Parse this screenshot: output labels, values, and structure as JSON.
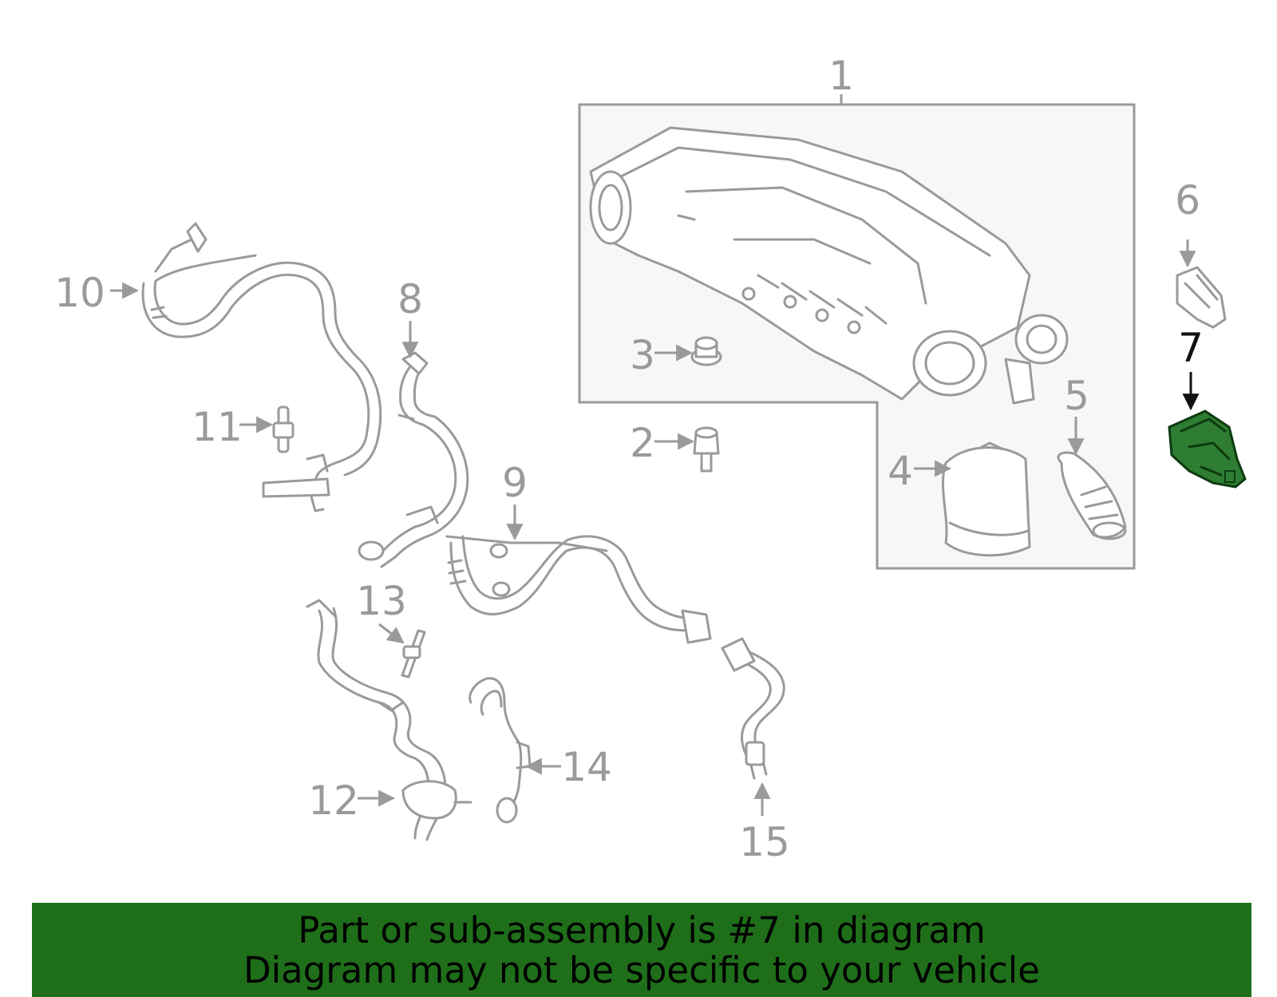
{
  "callouts": {
    "c1": "1",
    "c2": "2",
    "c3": "3",
    "c4": "4",
    "c5": "5",
    "c6": "6",
    "c7": "7",
    "c8": "8",
    "c9": "9",
    "c10": "10",
    "c11": "11",
    "c12": "12",
    "c13": "13",
    "c14": "14",
    "c15": "15"
  },
  "highlight": {
    "part": "7",
    "color": "#2e7d32"
  },
  "banner": {
    "line1": "Part or sub-assembly is #7 in diagram",
    "line2": "Diagram may not be specific to your vehicle",
    "color": "#1f6f1a"
  },
  "colors": {
    "line": "#9a9a9a",
    "box_fill": "#f7f7f7"
  }
}
